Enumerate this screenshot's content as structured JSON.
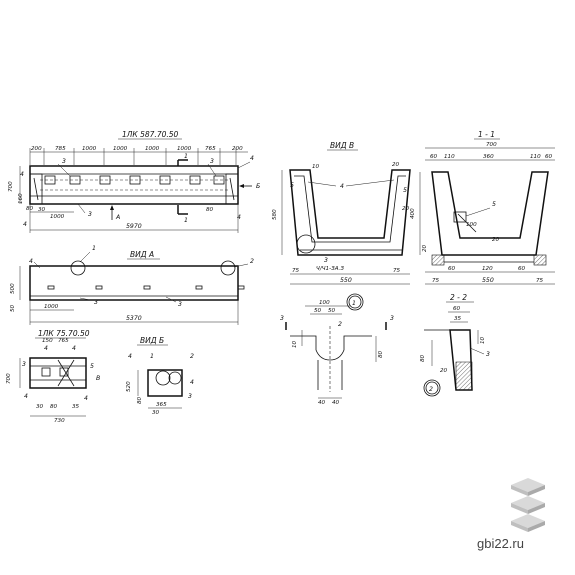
{
  "titles": {
    "mark_main": "1ЛК 587.70.50",
    "view_a": "ВИД А",
    "view_b_top": "ВИД В",
    "section_11": "1 - 1",
    "mark_small": "1ЛК 75.70.50",
    "view_b_small": "ВИД Б",
    "section_22": "2 - 2"
  },
  "callouts": {
    "c1": "1",
    "c2": "2",
    "c3": "3",
    "c4": "4",
    "c5": "5",
    "arrow_a": "А",
    "arrow_b": "Б",
    "arrow_v": "В",
    "cut_1": "1",
    "cut_2": "2",
    "detail_1": "1",
    "detail_2": "2",
    "note_rebar": "Ч/Ч1-ЗА.З"
  },
  "dims": {
    "d200": "200",
    "d785": "785",
    "d1000": "1000",
    "d765": "765",
    "d5370": "5370",
    "d5970": "5970",
    "d700": "700",
    "d500": "500",
    "d50": "50",
    "d160": "160",
    "d100": "100",
    "d80": "80",
    "d60": "60",
    "d10": "10",
    "d20": "20",
    "d75": "75",
    "d550": "550",
    "d580": "580",
    "d400": "400",
    "d360": "360",
    "d110": "110",
    "d120": "120",
    "d40": "40",
    "d35": "35",
    "d30": "30",
    "d150": "150",
    "d730": "730",
    "d365": "365",
    "d520": "520"
  },
  "site": {
    "domain": "gbi22.ru"
  }
}
